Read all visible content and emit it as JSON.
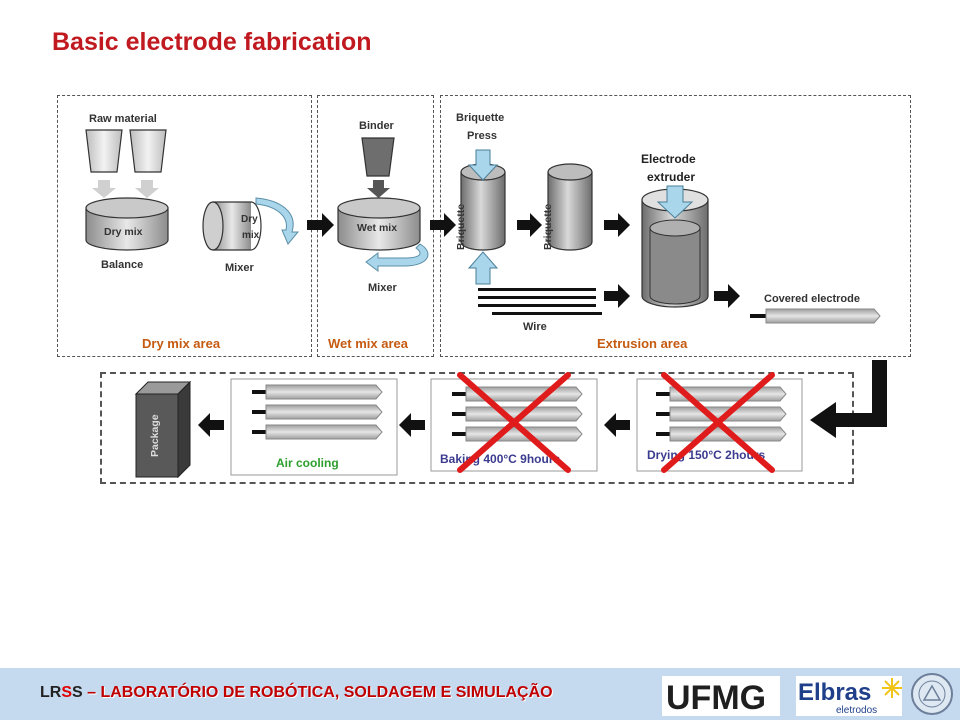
{
  "title": "Basic electrode fabrication",
  "dry_area": {
    "raw_material": "Raw material",
    "dry_mix_drum": "Dry mix",
    "balance": "Balance",
    "mixer_drum_line1": "Dry",
    "mixer_drum_line2": "mix",
    "mixer": "Mixer",
    "area_label": "Dry mix area"
  },
  "wet_area": {
    "binder": "Binder",
    "wet_mix_drum": "Wet mix",
    "mixer": "Mixer",
    "area_label": "Wet mix area"
  },
  "extrusion_area": {
    "press_line1": "Briquette",
    "press_line2": "Press",
    "briquette_1": "Briquette",
    "briquette_2": "Briquette",
    "extruder_line1": "Electrode",
    "extruder_line2": "extruder",
    "wire": "Wire",
    "covered_electrode": "Covered electrode",
    "area_label": "Extrusion area"
  },
  "post_process": {
    "package": "Package",
    "air_cooling": "Air cooling",
    "baking": "Baking 400°C 9hours",
    "drying": "Drying 150°C 2hours"
  },
  "footer": {
    "lr": "LR",
    "s1": "S",
    "s2": "S",
    "rest": " – LABORATÓRIO DE ROBÓTICA, SOLDAGEM E SIMULAÇÃO",
    "ufmg": "UFMG",
    "elbras": "Elbras",
    "elbras_sub": "eletrodos"
  },
  "colors": {
    "title": "#c0191f",
    "area_label": "#c55a11",
    "air_cooling": "#2e9e2e",
    "step_label": "#3b3b8f",
    "cross": "#e01b1b",
    "footer_bg": "#c5d9ef"
  }
}
